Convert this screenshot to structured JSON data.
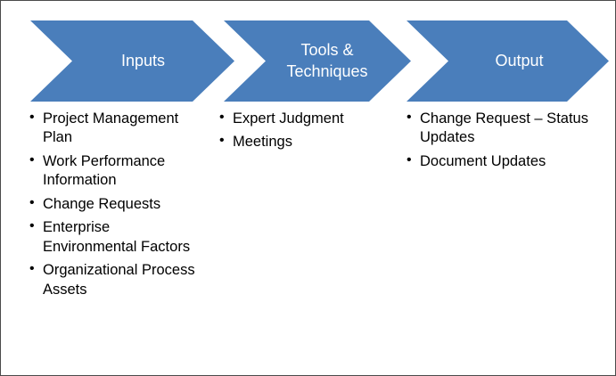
{
  "diagram": {
    "type": "process-flow-chevrons",
    "accent_color": "#4a7ebb",
    "label_color": "#ffffff",
    "text_color": "#000000",
    "background_color": "#ffffff",
    "stages": [
      {
        "id": "inputs",
        "heading": "Inputs",
        "items": [
          "Project Management Plan",
          "Work Performance Information",
          "Change Requests",
          "Enterprise Environmental Factors",
          "Organizational Process Assets"
        ]
      },
      {
        "id": "tools-techniques",
        "heading_line1": "Tools &",
        "heading_line2": "Techniques",
        "heading": "Tools & Techniques",
        "items": [
          "Expert Judgment",
          "Meetings"
        ]
      },
      {
        "id": "output",
        "heading": "Output",
        "items": [
          "Change Request – Status Updates",
          "Document Updates"
        ]
      }
    ]
  }
}
